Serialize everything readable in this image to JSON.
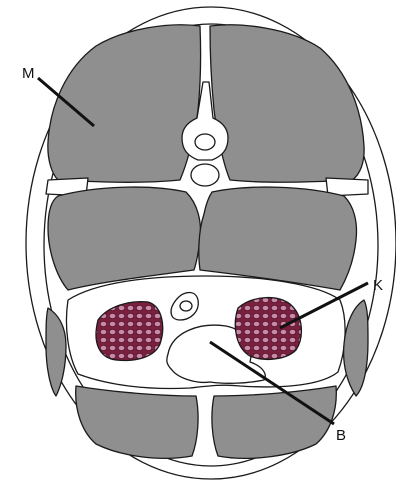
{
  "figure": {
    "labels": {
      "muscle": "M",
      "kidney": "K",
      "bladder": "B"
    },
    "colors": {
      "background": "#ffffff",
      "muscle": "#8f8f8f",
      "kidney_tissue": "#7b1f3f",
      "kidney_cell": "#c98aa8",
      "outline": "#1a1a1a"
    }
  }
}
